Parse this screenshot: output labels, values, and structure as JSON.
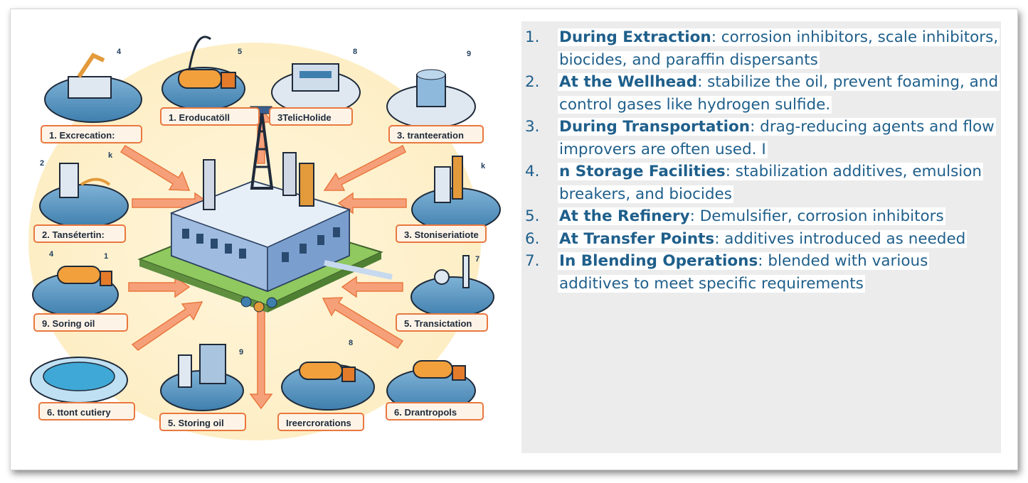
{
  "infographic": {
    "labels": [
      "1. Excrecation:",
      "1. Eroducatöll",
      "3TelicHolide",
      "3. tranteeration",
      "2. Tansétertin:",
      "3. Stoniseriatiote",
      "9. Soring oil",
      "5. Transictation",
      "6. ttont cutiery",
      "5. Storing oil",
      "Ireercrorations",
      "6. Drantropols"
    ],
    "numbers": [
      "4",
      "5",
      "8",
      "9",
      "2",
      "k",
      "k",
      "4",
      "1",
      "7",
      "9",
      "8"
    ]
  },
  "steps": [
    {
      "number": "1.",
      "title": "During Extraction",
      "text": ": corrosion inhibitors, scale inhibitors, biocides, and paraffin dispersants"
    },
    {
      "number": "2.",
      "title": "At the Wellhead",
      "text": ": stabilize the oil, prevent foaming, and control gases like hydrogen sulfide."
    },
    {
      "number": "3.",
      "title": "During Transportation",
      "text": ": drag-reducing agents and flow improvers are often used. I"
    },
    {
      "number": "4.",
      "title": "n Storage Facilities",
      "text": ": stabilization additives, emulsion breakers, and biocides"
    },
    {
      "number": "5.",
      "title": "At the Refinery",
      "text": ": Demulsifier, corrosion inhibitors"
    },
    {
      "number": "6.",
      "title": "At Transfer Points",
      "text": ": additives introduced as needed"
    },
    {
      "number": "7.",
      "title": "In Blending Operations",
      "text": ": blended with various additives to meet specific requirements"
    }
  ]
}
